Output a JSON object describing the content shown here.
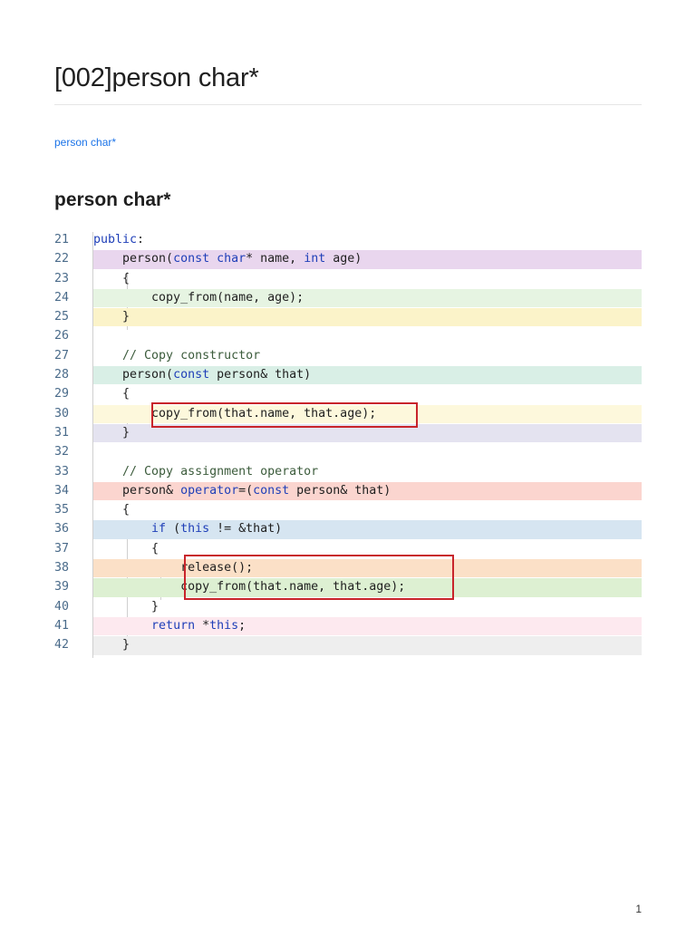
{
  "page": {
    "title": "[002]person char*",
    "toc_link": "person char*",
    "section_heading": "person char*",
    "page_number": "1"
  },
  "code": {
    "lines": [
      {
        "num": "21",
        "bg": "",
        "text": "public:"
      },
      {
        "num": "22",
        "bg": "#e9d6ee",
        "text": "    person(const char* name, int age)"
      },
      {
        "num": "23",
        "bg": "",
        "text": "    {"
      },
      {
        "num": "24",
        "bg": "#e6f4e2",
        "text": "        copy_from(name, age);"
      },
      {
        "num": "25",
        "bg": "#fbf3c9",
        "text": "    }"
      },
      {
        "num": "26",
        "bg": "",
        "text": ""
      },
      {
        "num": "27",
        "bg": "",
        "text": "    // Copy constructor"
      },
      {
        "num": "28",
        "bg": "#d9efe6",
        "text": "    person(const person& that)"
      },
      {
        "num": "29",
        "bg": "",
        "text": "    {"
      },
      {
        "num": "30",
        "bg": "#fdf8dc",
        "text": "        copy_from(that.name, that.age);"
      },
      {
        "num": "31",
        "bg": "#e4e3f0",
        "text": "    }"
      },
      {
        "num": "32",
        "bg": "",
        "text": ""
      },
      {
        "num": "33",
        "bg": "",
        "text": "    // Copy assignment operator"
      },
      {
        "num": "34",
        "bg": "#fbd5cf",
        "text": "    person& operator=(const person& that)"
      },
      {
        "num": "35",
        "bg": "",
        "text": "    {"
      },
      {
        "num": "36",
        "bg": "#d6e5f1",
        "text": "        if (this != &that)"
      },
      {
        "num": "37",
        "bg": "",
        "text": "        {"
      },
      {
        "num": "38",
        "bg": "#fbe0c7",
        "text": "            release();"
      },
      {
        "num": "39",
        "bg": "#ddf0d2",
        "text": "            copy_from(that.name, that.age);"
      },
      {
        "num": "40",
        "bg": "",
        "text": "        }"
      },
      {
        "num": "41",
        "bg": "#fde9ef",
        "text": "        return *this;"
      },
      {
        "num": "42",
        "bg": "#eeeeee",
        "text": "    }"
      }
    ],
    "colors": {
      "keyword": "#1f3fb8",
      "line_number": "#4a6b8a",
      "highlight_box": "#c8242b",
      "link": "#1a73e8"
    }
  }
}
